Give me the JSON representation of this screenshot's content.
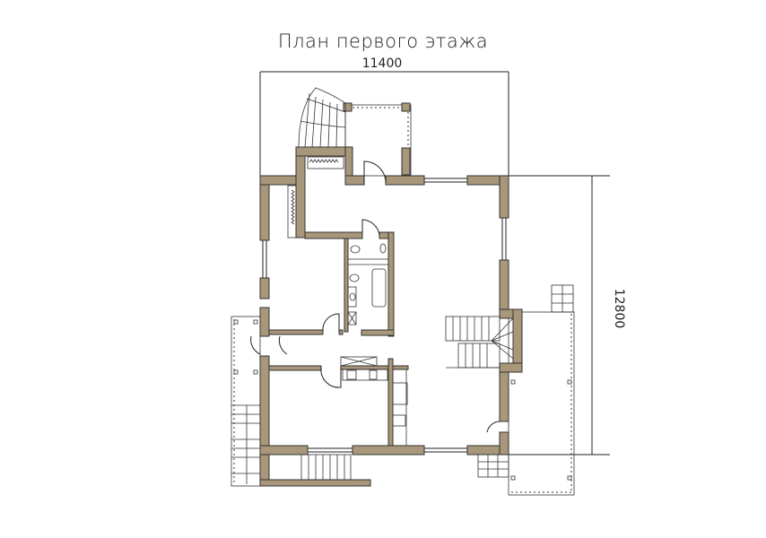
{
  "title": "План первого этажа",
  "dimensions": {
    "width": "11400",
    "height": "12800"
  },
  "colors": {
    "wall": "#a8977a",
    "line": "#222222",
    "background": "#ffffff"
  }
}
